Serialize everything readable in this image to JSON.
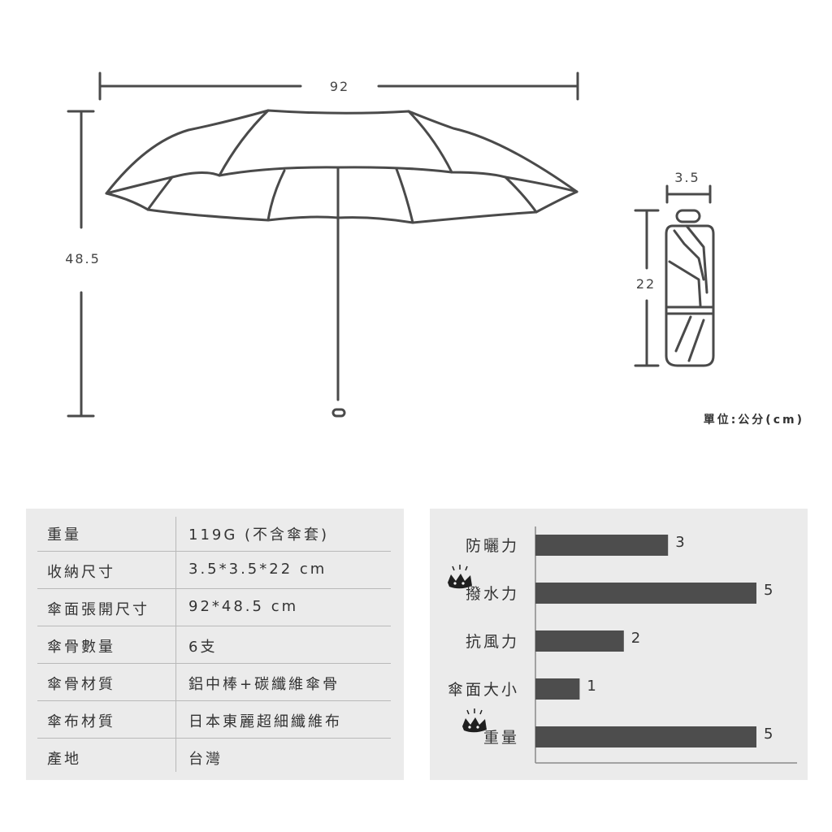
{
  "dimensions": {
    "width_value": "92",
    "height_value": "48.5",
    "folded_width_value": "3.5",
    "folded_length_value": "22",
    "unit_label": "單位:公分(cm)"
  },
  "specs": [
    {
      "key": "重量",
      "value": "119G (不含傘套)"
    },
    {
      "key": "收納尺寸",
      "value": "3.5*3.5*22 cm"
    },
    {
      "key": "傘面張開尺寸",
      "value": "92*48.5 cm"
    },
    {
      "key": "傘骨數量",
      "value": "6支"
    },
    {
      "key": "傘骨材質",
      "value": "鋁中棒+碳纖維傘骨"
    },
    {
      "key": "傘布材質",
      "value": "日本東麗超細纖維布"
    },
    {
      "key": "產地",
      "value": "台灣"
    }
  ],
  "chart_data": {
    "type": "bar",
    "orientation": "horizontal",
    "categories": [
      "防曬力",
      "撥水力",
      "抗風力",
      "傘面大小",
      "重量"
    ],
    "values": [
      3,
      5,
      2,
      1,
      5
    ],
    "xlim": [
      0,
      5
    ],
    "grid": false,
    "bar_color": "#4d4d4d",
    "crown_icon_on": [
      "撥水力",
      "重量"
    ]
  },
  "colors": {
    "line": "#4a4a4a",
    "panel_bg": "#ebebeb",
    "bar": "#4d4d4d"
  }
}
